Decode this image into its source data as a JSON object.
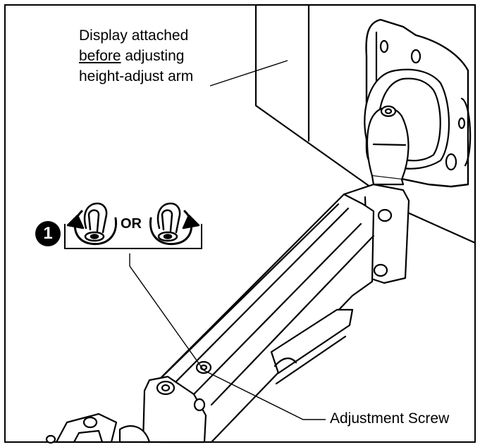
{
  "callouts": {
    "display_line1": "Display attached",
    "display_line2_underlined": "before",
    "display_line2_rest": " adjusting",
    "display_line3": "height-adjust arm",
    "adjustment_screw": "Adjustment Screw"
  },
  "step": {
    "number": "1",
    "or_label": "OR"
  },
  "icons": {
    "counterclockwise": "rotate-counterclockwise-icon",
    "clockwise": "rotate-clockwise-icon"
  },
  "colors": {
    "line": "#000000",
    "background": "#ffffff"
  }
}
